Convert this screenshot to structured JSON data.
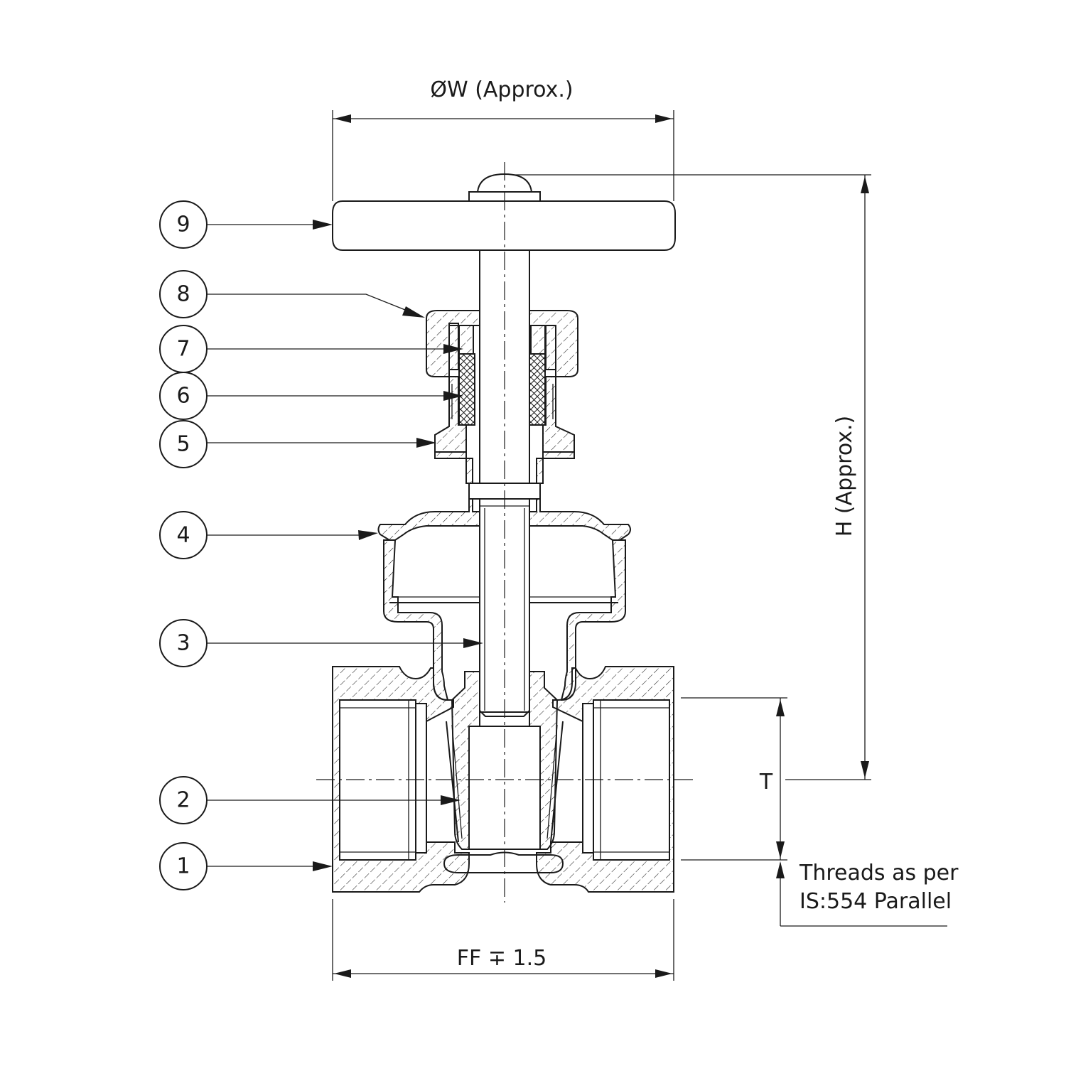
{
  "diagram": {
    "balloons": [
      {
        "id": "9",
        "label": "9"
      },
      {
        "id": "8",
        "label": "8"
      },
      {
        "id": "7",
        "label": "7"
      },
      {
        "id": "6",
        "label": "6"
      },
      {
        "id": "5",
        "label": "5"
      },
      {
        "id": "4",
        "label": "4"
      },
      {
        "id": "3",
        "label": "3"
      },
      {
        "id": "2",
        "label": "2"
      },
      {
        "id": "1",
        "label": "1"
      }
    ],
    "dimensions": {
      "width_label": "ØW (Approx.)",
      "height_label": "H (Approx.)",
      "face_label": "FF ∓ 1.5",
      "thread_length_label": "T"
    },
    "note": {
      "line1": "Threads as per",
      "line2": "IS:554 Parallel"
    }
  }
}
